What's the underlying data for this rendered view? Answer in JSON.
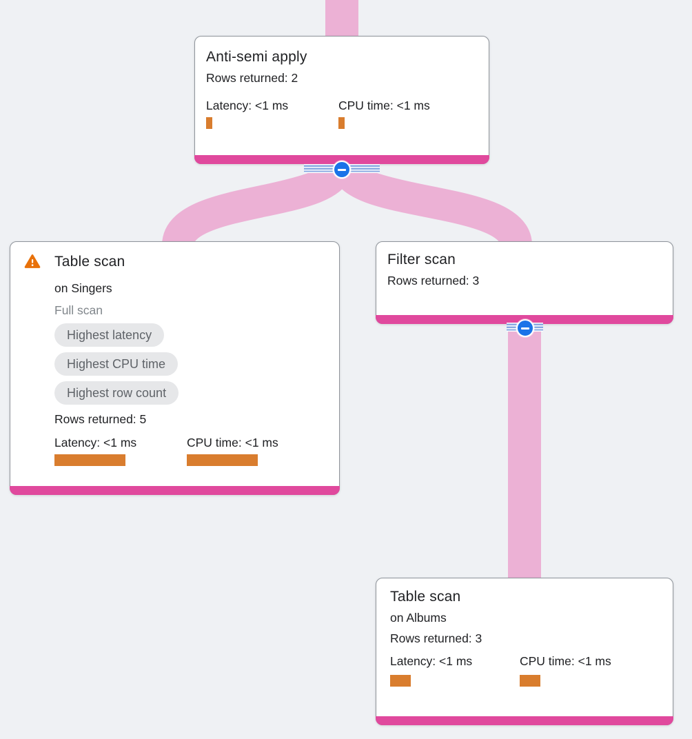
{
  "app": "query-execution-plan-visualizer",
  "colors": {
    "background": "#eff1f4",
    "edge_pink": "#ecb1d5",
    "node_accent_pink": "#e0499d",
    "metric_bar_orange": "#d97d2e",
    "collapse_blue": "#1a73e8",
    "warning_orange": "#e8710a",
    "badge_bg": "#e6e7e9",
    "badge_text": "#5f6368",
    "muted_text": "#80868b",
    "card_border": "#8f949b"
  },
  "nodes": {
    "root": {
      "title": "Anti-semi apply",
      "rows_returned": "Rows returned: 2",
      "latency_label": "Latency: <1 ms",
      "cpu_label": "CPU time: <1 ms"
    },
    "singers": {
      "title": "Table scan",
      "subtitle": "on Singers",
      "scan_type": "Full scan",
      "badges": [
        "Highest latency",
        "Highest CPU time",
        "Highest row count"
      ],
      "rows_returned": "Rows returned: 5",
      "latency_label": "Latency: <1 ms",
      "cpu_label": "CPU time: <1 ms"
    },
    "filter": {
      "title": "Filter scan",
      "rows_returned": "Rows returned: 3"
    },
    "albums": {
      "title": "Table scan",
      "subtitle": "on Albums",
      "rows_returned": "Rows returned: 3",
      "latency_label": "Latency: <1 ms",
      "cpu_label": "CPU time: <1 ms"
    }
  }
}
